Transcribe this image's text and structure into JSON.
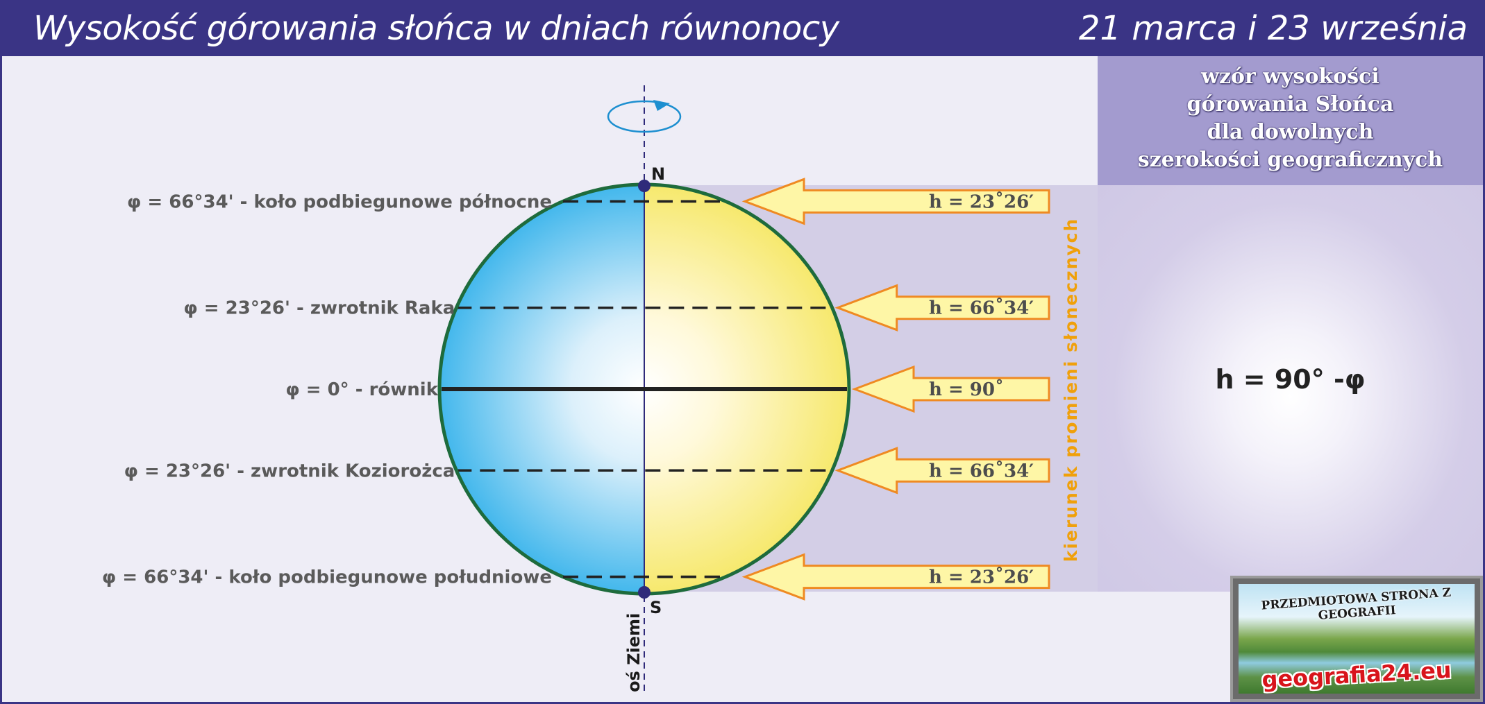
{
  "title": {
    "left": "Wysokość górowania słońca w dniach równonocy",
    "right": "21 marca i 23 września"
  },
  "colors": {
    "frame": "#3a3485",
    "panel_background": "#eeedf6",
    "sunlit_band": "#d3cee6",
    "night_hemisphere": "#3fb6ec",
    "day_hemisphere": "#f8ec7a",
    "globe_outline": "#1e6b3c",
    "arrow_fill": "#fef6a6",
    "arrow_outline": "#ef8a22",
    "rays_label": "#f0a00a",
    "pole_dot": "#2f2a7a",
    "logo_site_text": "#d8141b"
  },
  "globe": {
    "north_label": "N",
    "south_label": "S",
    "axis_label": "oś Ziemi",
    "rotation_icon": "rotation-arrow-icon"
  },
  "latitudes": [
    {
      "name": "arctic-circle",
      "label": "φ = 66°34' - koło podbiegunowe północne",
      "latitude_deg": 66.57,
      "sun_height": "h = 23˚26′",
      "line_style": "dashed"
    },
    {
      "name": "tropic-of-cancer",
      "label": "φ = 23°26' - zwrotnik Raka",
      "latitude_deg": 23.43,
      "sun_height": "h = 66˚34′",
      "line_style": "dashed"
    },
    {
      "name": "equator",
      "label": "φ = 0° - równik",
      "latitude_deg": 0,
      "sun_height": "h = 90˚",
      "line_style": "solid"
    },
    {
      "name": "tropic-of-capricorn",
      "label": "φ = 23°26' - zwrotnik Koziorożca",
      "latitude_deg": -23.43,
      "sun_height": "h = 66˚34′",
      "line_style": "dashed"
    },
    {
      "name": "antarctic-circle",
      "label": "φ = 66°34' - koło podbiegunowe południowe",
      "latitude_deg": -66.57,
      "sun_height": "h = 23˚26′",
      "line_style": "dashed"
    }
  ],
  "sun_rays": {
    "label": "kierunek promieni słonecznych"
  },
  "formula_panel": {
    "header_lines": [
      "wzór wysokości",
      "górowania Słońca",
      "dla dowolnych",
      "szerokości geograficznych"
    ],
    "formula": "h = 90° -φ"
  },
  "logo": {
    "tagline": "PRZEDMIOTOWA STRONA Z GEOGRAFII",
    "site": "geografia24.eu"
  }
}
